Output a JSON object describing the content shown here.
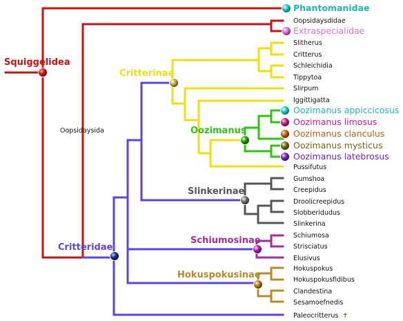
{
  "colors": {
    "squiggelidea": "#cc1111",
    "critterinae": "#f2dd10",
    "critteridae": "#5b44e6",
    "oozimanus": "#2ec410",
    "slinkerinae": "#555555",
    "schiumosinae": "#a42aa4",
    "hokuspokusinae": "#b88a2a"
  },
  "clades": {
    "squiggelidea": "Squiggelidea",
    "oopsidaysida": "Oopsidaysida",
    "critterinae": "Critterinae",
    "oozimanus": "Oozimanus",
    "slinkerinae": "Slinkerinae",
    "schiumosinae": "Schiumosinae",
    "hokuspokusinae": "Hokuspokusinae",
    "critteridae": "Critteridae"
  },
  "taxa": {
    "phantomanidae": "Phantomanidae",
    "oopsidaysdidae": "Oopsidaysdidae",
    "extraspecialidae": "Extraspecialidae",
    "slitherus": "Slitherus",
    "critterus": "Critterus",
    "schleichidia": "Schleichidia",
    "tippytoa": "Tippytoa",
    "slirpum": "Slirpum",
    "iggittigatta": "Iggittigatta",
    "oozimanus_appiccicosus": "Oozimanus appiccicosus",
    "oozimanus_limosus": "Oozimanus limosus",
    "oozimanus_clanculus": "Oozimanus clanculus",
    "oozimanus_mysticus": "Oozimanus mysticus",
    "oozimanus_latebrosus": "Oozimanus latebrosus",
    "pussifutus": "Pussifutus",
    "gumshoa": "Gumshoa",
    "creepidus": "Creepidus",
    "droolicreepidus": "Droolicreepidus",
    "slobberidudus": "Slobberidudus",
    "slinkerina": "Slinkerina",
    "schiumosa": "Schiumosa",
    "strisciatus": "Strisciatus",
    "elusivus": "Elusivus",
    "hokuspokus": "Hokuspokus",
    "hokuspokusfidibus": "Hokuspokusfidibus",
    "clandestina": "Clandestina",
    "sesamoefnedis": "Sesamoefnedis",
    "paleocritterus": "Paleocritterus",
    "extinct_mark": "✝"
  }
}
